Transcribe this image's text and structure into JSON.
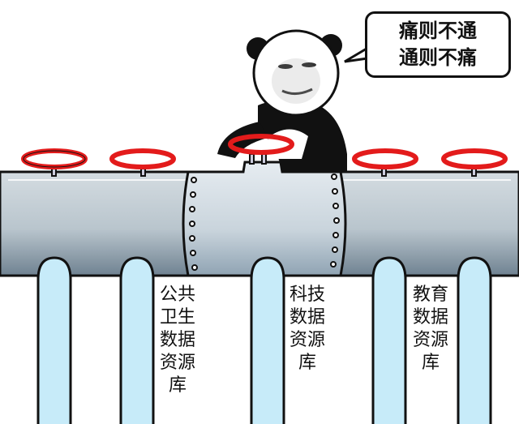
{
  "speech_bubble": {
    "line1": "痛则不通",
    "line2": "通则不痛"
  },
  "labels": [
    {
      "lines": [
        "公共",
        "卫生",
        "数据",
        "资源",
        "库"
      ]
    },
    {
      "lines": [
        "科技",
        "数据",
        "资源",
        "库"
      ]
    },
    {
      "lines": [
        "教育",
        "数据",
        "资源",
        "库"
      ]
    }
  ],
  "colors": {
    "pipe": "#b8c4cc",
    "pipe_dark": "#7d8d99",
    "valve_red": "#e31b1b",
    "water": "#c7ebf9",
    "outline": "#111111"
  }
}
